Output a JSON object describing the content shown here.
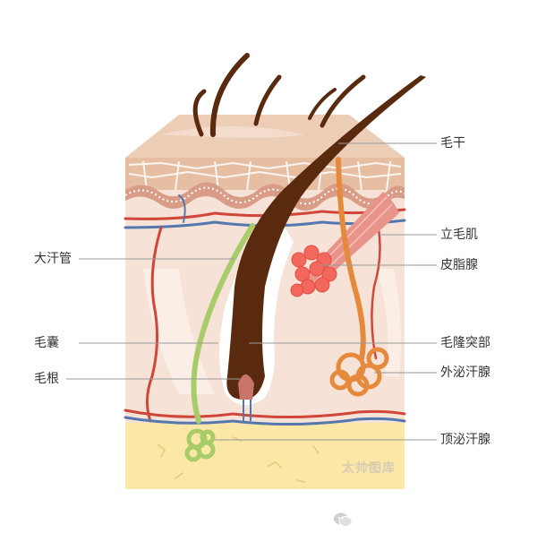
{
  "labels": {
    "hair_shaft": "毛干",
    "arrector_pili": "立毛肌",
    "sebaceous_gland": "皮脂腺",
    "sweat_duct": "大汗管",
    "hair_follicle": "毛囊",
    "bulge": "毛隆突部",
    "hair_root": "毛根",
    "eccrine_gland": "外泌汗腺",
    "apocrine_gland": "顶泌汗腺"
  },
  "watermark": "太帅图库",
  "footer": {
    "icon": "wechat-icon",
    "text": ""
  },
  "colors": {
    "epidermis": "#e6bea2",
    "dermis": "#f6e2d6",
    "subcutis": "#fbe8a6",
    "hair": "#5a2a0f",
    "sebaceous": "#f2685c",
    "apocrine": "#a9cc6a",
    "eccrine": "#e58a3c",
    "artery": "#d2463a",
    "vein": "#5577b0",
    "leader": "#9a9a9a"
  }
}
